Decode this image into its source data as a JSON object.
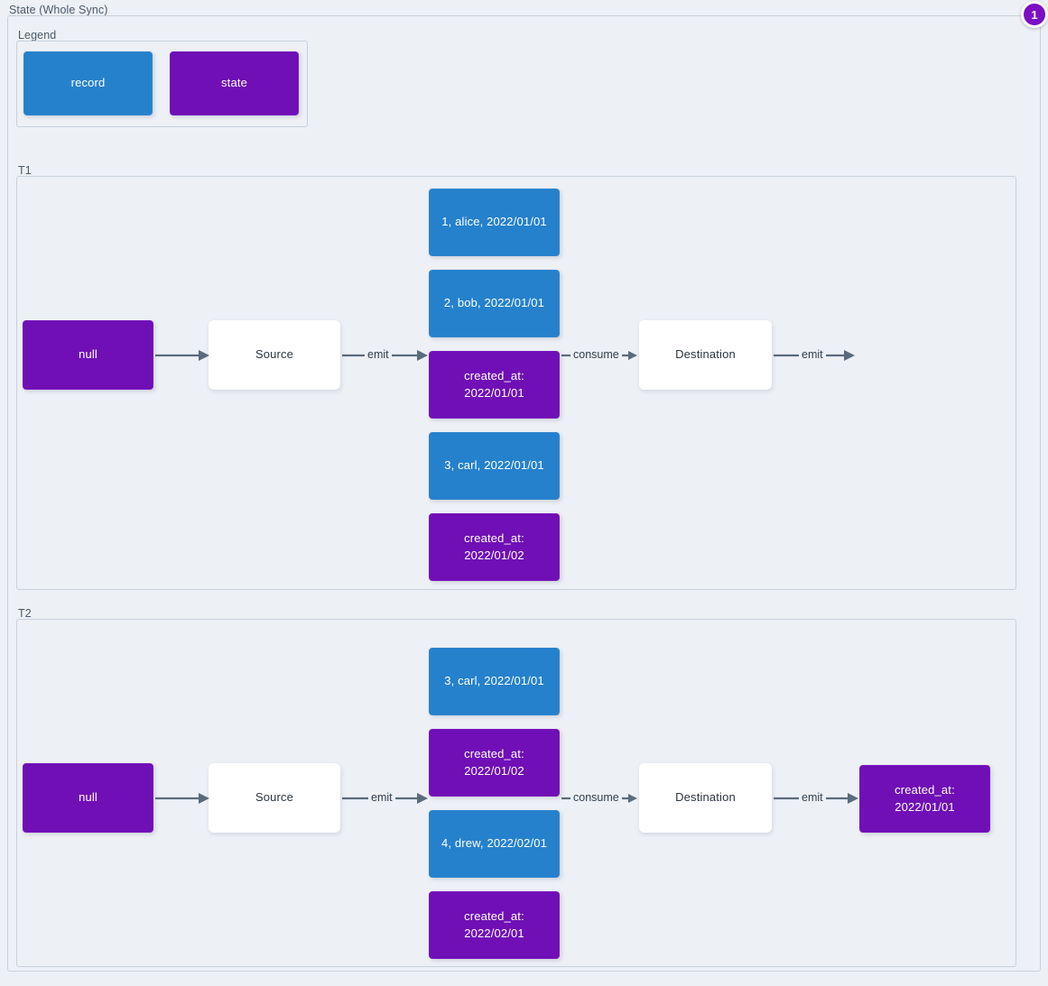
{
  "diagram": {
    "title": "State (Whole Sync)",
    "badge": "1",
    "colors": {
      "record": "#2581cc",
      "state": "#6f0fb5",
      "plain": "#ffffff",
      "background": "#edf0f5",
      "border": "#c7d2dd",
      "edge": "#5a6b7c",
      "badge": "#7d0ec4"
    }
  },
  "legend": {
    "title": "Legend",
    "items": [
      {
        "label": "record",
        "kind": "record"
      },
      {
        "label": "state",
        "kind": "state"
      }
    ]
  },
  "sections": [
    {
      "title": "T1",
      "start_state": "null",
      "source": "Source",
      "destination": "Destination",
      "edges": {
        "start_to_source": "",
        "source_emit": "emit",
        "consume": "consume",
        "dest_emit": "emit"
      },
      "payload": [
        {
          "kind": "record",
          "line1": "1, alice, 2022/01/01",
          "line2": ""
        },
        {
          "kind": "record",
          "line1": "2, bob, 2022/01/01",
          "line2": ""
        },
        {
          "kind": "state",
          "line1": "created_at:",
          "line2": "2022/01/01"
        },
        {
          "kind": "record",
          "line1": "3, carl, 2022/01/01",
          "line2": ""
        },
        {
          "kind": "state",
          "line1": "created_at:",
          "line2": "2022/01/02"
        }
      ],
      "result": null
    },
    {
      "title": "T2",
      "start_state": "null",
      "source": "Source",
      "destination": "Destination",
      "edges": {
        "start_to_source": "",
        "source_emit": "emit",
        "consume": "consume",
        "dest_emit": "emit"
      },
      "payload": [
        {
          "kind": "record",
          "line1": "3, carl, 2022/01/01",
          "line2": ""
        },
        {
          "kind": "state",
          "line1": "created_at:",
          "line2": "2022/01/02"
        },
        {
          "kind": "record",
          "line1": "4, drew, 2022/02/01",
          "line2": ""
        },
        {
          "kind": "state",
          "line1": "created_at:",
          "line2": "2022/02/01"
        }
      ],
      "result": {
        "kind": "state",
        "line1": "created_at:",
        "line2": "2022/01/01"
      }
    }
  ]
}
